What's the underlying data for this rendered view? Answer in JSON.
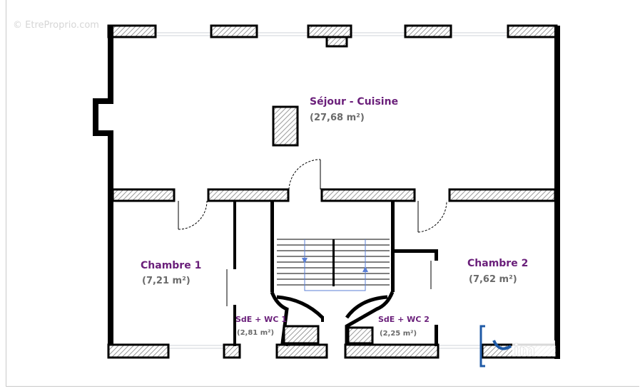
{
  "watermark": "© EtreProprio.com",
  "rooms": {
    "sejour": {
      "name": "Séjour - Cuisine",
      "area": "(27,68 m²)"
    },
    "chambre1": {
      "name": "Chambre 1",
      "area": "(7,21 m²)"
    },
    "chambre2": {
      "name": "Chambre 2",
      "area": "(7,62 m²)"
    },
    "sde1": {
      "name": "SdE + WC 1",
      "area": "(2,81 m²)"
    },
    "sde2": {
      "name": "SdE + WC 2",
      "area": "(2,25 m²)"
    }
  },
  "logo": {
    "icon": "brand-logo-icon",
    "color": "#1f5aa6"
  },
  "colors": {
    "room_label": "#6a1f7a",
    "area_label": "#6a6a6a",
    "stair_arrow": "#5b7fd6"
  }
}
